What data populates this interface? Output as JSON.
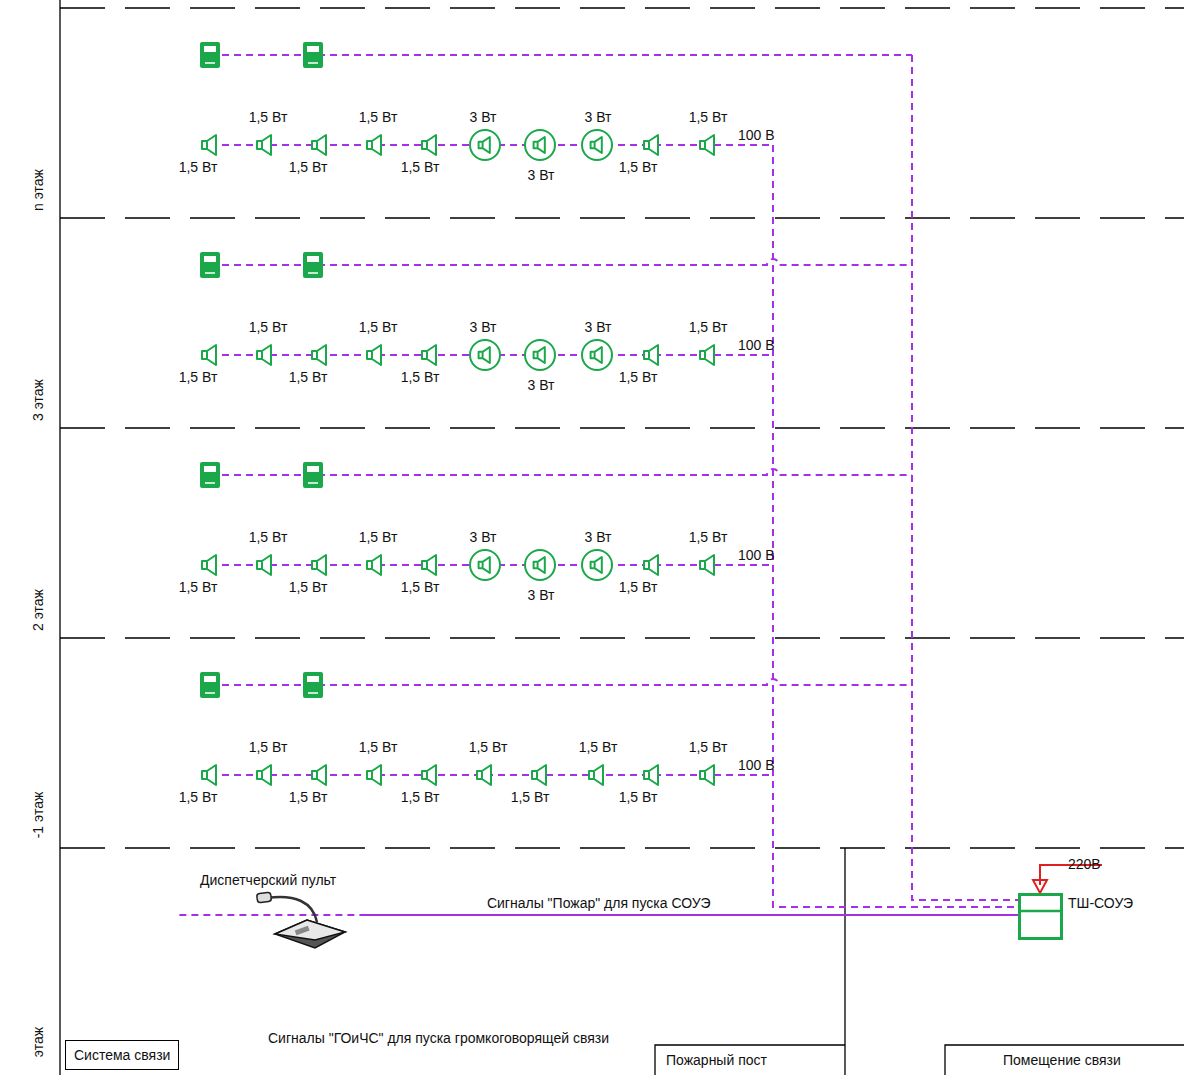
{
  "diagram": {
    "nodes": [
      {
        "text": [
          "Система связи"
        ]
      },
      {
        "text": [
          "ТШ-СОУЭ"
        ]
      },
      {
        "text": [
          "Диспетчерский пульт"
        ]
      }
    ],
    "edges": [
      {
        "from": 0,
        "to": 1,
        "arrow": "none",
        "label": "Сигналы \"Пожар\" для пуска СОУЭ"
      },
      {
        "from": 2,
        "to": 1,
        "arrow": "none"
      }
    ],
    "labels": [
      "n этаж",
      "3 этаж",
      "2 этаж",
      "-1 этаж",
      "этаж",
      "1,5 Вт",
      "1,5 Вт",
      "3 Вт",
      "3 Вт",
      "1,5 Вт",
      "1,5 Вт",
      "1,5 Вт",
      "1,5 Вт",
      "3 Вт",
      "1,5 Вт",
      "100 В",
      "1,5 Вт",
      "1,5 Вт",
      "3 Вт",
      "3 Вт",
      "1,5 Вт",
      "1,5 Вт",
      "1,5 Вт",
      "1,5 Вт",
      "3 Вт",
      "1,5 Вт",
      "100 В",
      "1,5 Вт",
      "1,5 Вт",
      "3 Вт",
      "3 Вт",
      "1,5 Вт",
      "1,5 Вт",
      "1,5 Вт",
      "1,5 Вт",
      "3 Вт",
      "1,5 Вт",
      "100 В",
      "1,5 Вт",
      "1,5 Вт",
      "1,5 Вт",
      "1,5 Вт",
      "1,5 Вт",
      "1,5 Вт",
      "1,5 Вт",
      "1,5 Вт",
      "1,5 Вт",
      "1,5 Вт",
      "100 В",
      "220В",
      "Сигналы \"ГОиЧС\" для пуска громкоговорящей связи",
      "Пожарный пост",
      "Помещение связи"
    ]
  }
}
